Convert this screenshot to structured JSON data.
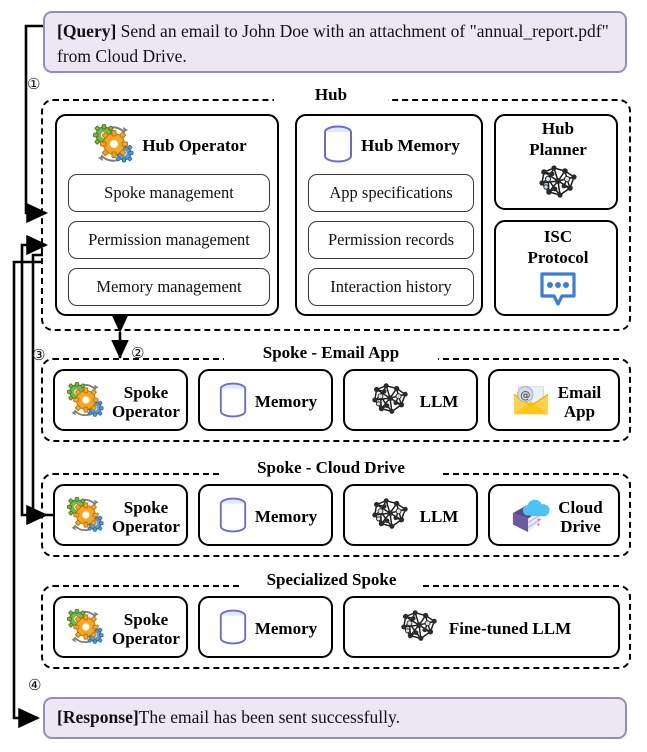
{
  "query": {
    "tag": "[Query]",
    "text": " Send an email to John Doe with an attachment of \"annual_report.pdf\" from Cloud Drive."
  },
  "response": {
    "tag": "[Response]",
    "text": " The email has been sent successfully."
  },
  "steps": {
    "one": "①",
    "two": "②",
    "three": "③",
    "four": "④"
  },
  "hub": {
    "title": "Hub",
    "operator": {
      "label": "Hub Operator",
      "icon": "gears-icon",
      "items": [
        "Spoke management",
        "Permission management",
        "Memory management"
      ]
    },
    "memory": {
      "label": "Hub Memory",
      "icon": "database-icon",
      "items": [
        "App specifications",
        "Permission records",
        "Interaction history"
      ]
    },
    "planner": {
      "label_line1": "Hub",
      "label_line2": "Planner",
      "icon": "neural-network-icon"
    },
    "isc": {
      "label_line1": "ISC",
      "label_line2": "Protocol",
      "icon": "speech-bubble-icon"
    }
  },
  "spokes": [
    {
      "title": "Spoke - Email App",
      "modules": [
        {
          "label_line1": "Spoke",
          "label_line2": "Operator",
          "icon": "gears-icon"
        },
        {
          "label_line1": "Memory",
          "label_line2": "",
          "icon": "database-icon"
        },
        {
          "label_line1": "LLM",
          "label_line2": "",
          "icon": "neural-network-icon"
        },
        {
          "label_line1": "Email",
          "label_line2": "App",
          "icon": "envelope-at-icon"
        }
      ]
    },
    {
      "title": "Spoke - Cloud Drive",
      "modules": [
        {
          "label_line1": "Spoke",
          "label_line2": "Operator",
          "icon": "gears-icon"
        },
        {
          "label_line1": "Memory",
          "label_line2": "",
          "icon": "database-icon"
        },
        {
          "label_line1": "LLM",
          "label_line2": "",
          "icon": "neural-network-icon"
        },
        {
          "label_line1": "Cloud",
          "label_line2": "Drive",
          "icon": "cloud-drive-icon"
        }
      ]
    },
    {
      "title": "Specialized Spoke",
      "modules": [
        {
          "label_line1": "Spoke",
          "label_line2": "Operator",
          "icon": "gears-icon"
        },
        {
          "label_line1": "Memory",
          "label_line2": "",
          "icon": "database-icon"
        },
        {
          "label_line1": "Fine-tuned LLM",
          "label_line2": "",
          "icon": "neural-network-icon"
        }
      ]
    }
  ],
  "colors": {
    "bubble_bg": "#ece7f3",
    "bubble_border": "#9a8cba",
    "gear_orange": "#f5a623",
    "gear_green": "#7ab648",
    "gear_blue": "#5b9bd5",
    "database_purple": "#6b6bd6",
    "isc_blue": "#3a7fd5",
    "envelope_yellow": "#ffd24d",
    "cloud_blue": "#4cc3f5",
    "drive_purple": "#5a4a8a"
  }
}
